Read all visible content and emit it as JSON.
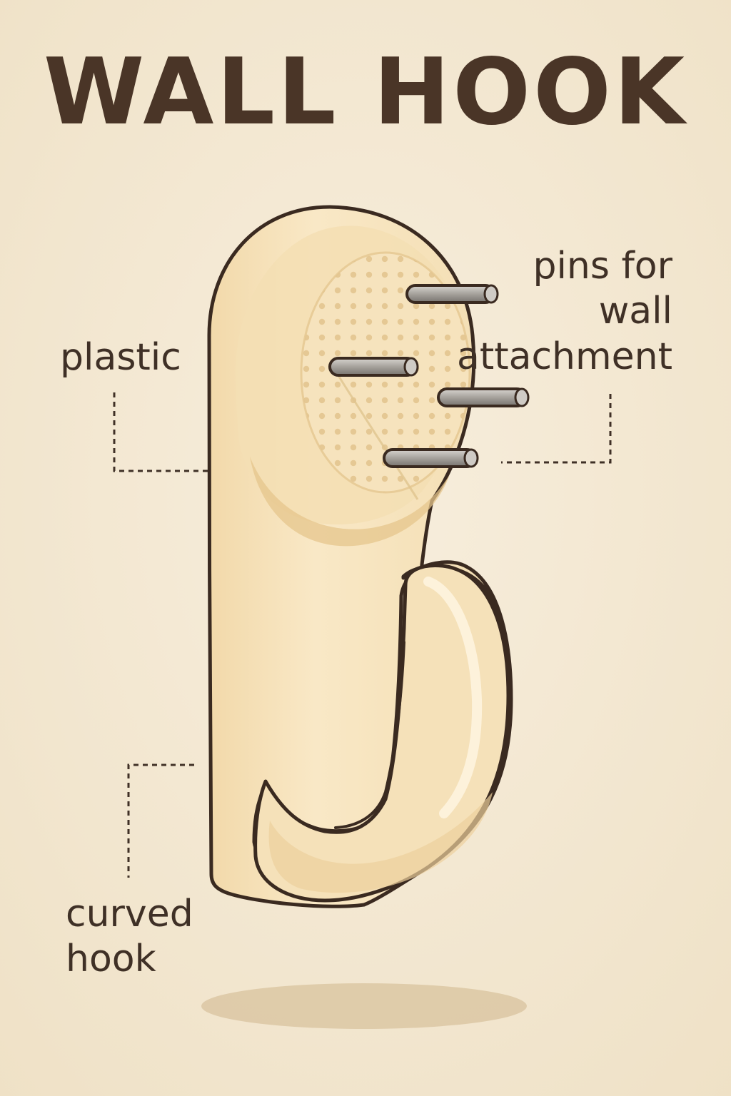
{
  "title": "WALL HOOK",
  "labels": {
    "plastic": "plastic",
    "pins": [
      "pins for",
      "wall",
      "attachment"
    ],
    "hook": [
      "curved",
      "hook"
    ]
  },
  "colors": {
    "background": "#f5ead6",
    "hook_body": "#f7e4bf",
    "hook_shade": "#ecd19e",
    "outline": "#3a2a20",
    "pins": "#a9a6a2",
    "title": "#4a3527",
    "shadow": "#dcc8a6"
  }
}
